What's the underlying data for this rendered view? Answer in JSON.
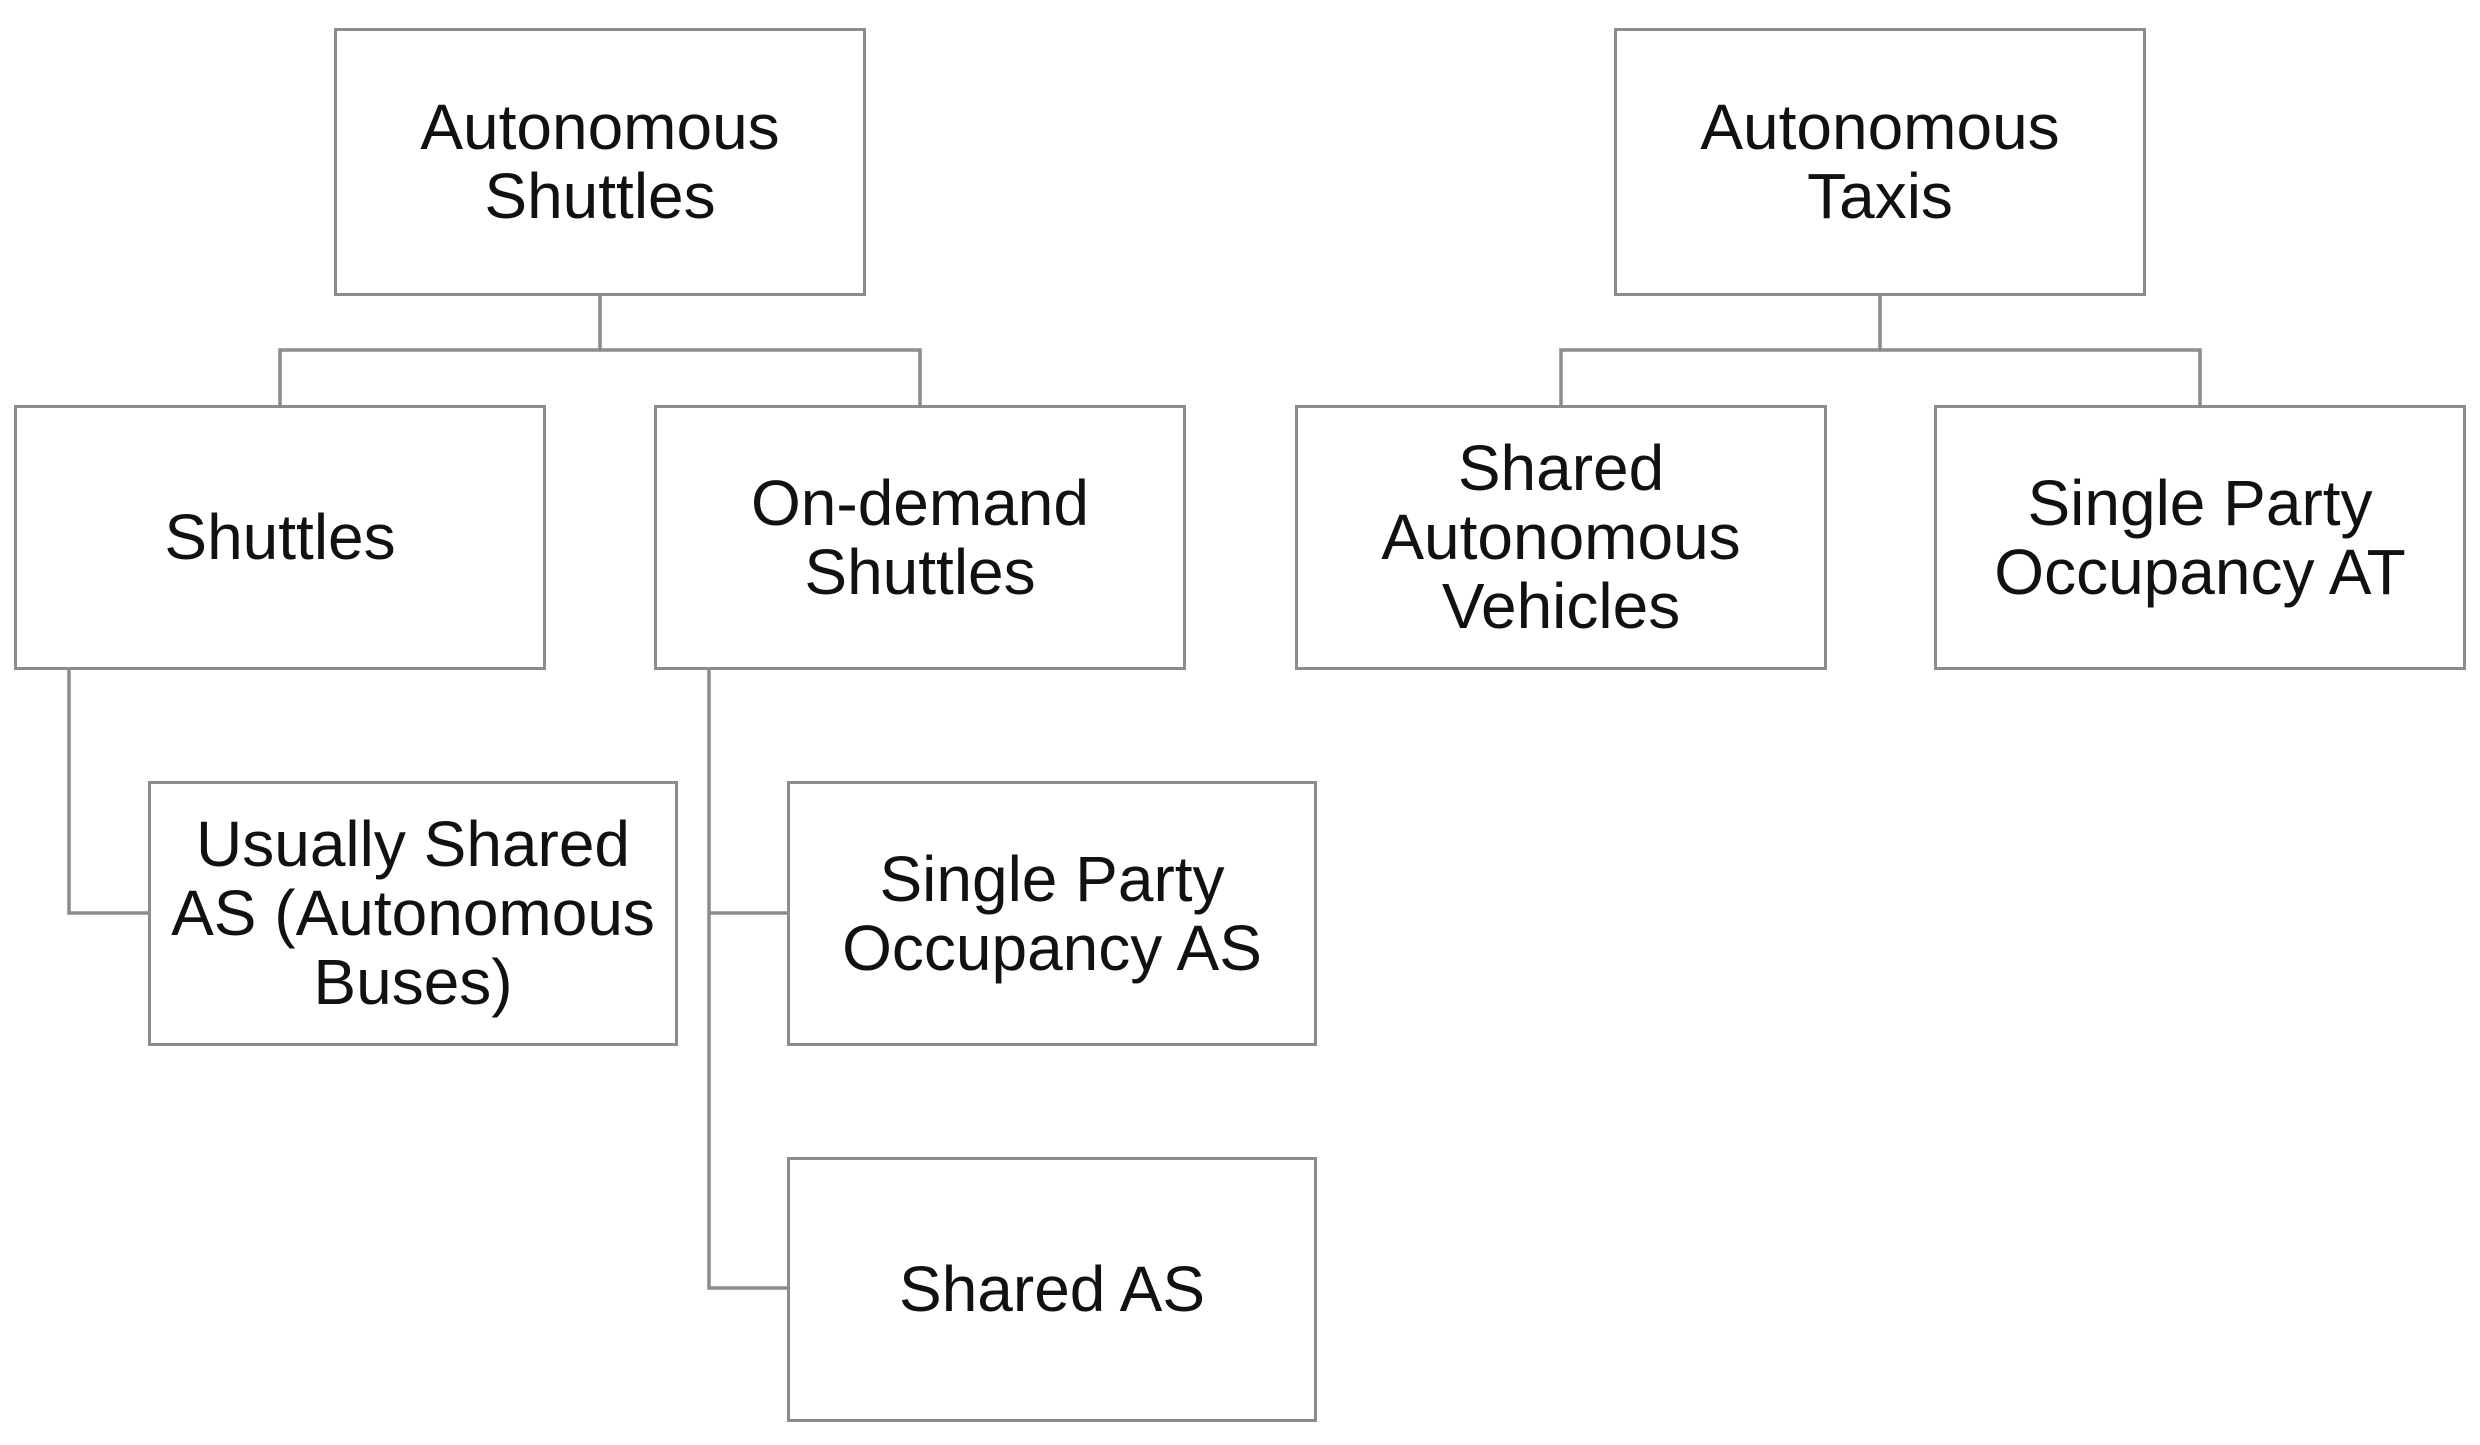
{
  "diagram": {
    "shuttles_root": "Autonomous\nShuttles",
    "taxis_root": "Autonomous\nTaxis",
    "shuttles": "Shuttles",
    "on_demand_shuttles": "On-demand\nShuttles",
    "shared_autonomous_vehicles": "Shared\nAutonomous\nVehicles",
    "single_party_occupancy_at": "Single Party\nOccupancy AT",
    "usually_shared_as": "Usually Shared\nAS (Autonomous\nBuses)",
    "single_party_occupancy_as": "Single Party\nOccupancy AS",
    "shared_as": "Shared AS"
  },
  "colors": {
    "border": "#8c8c8c",
    "text": "#111111",
    "background": "#ffffff"
  }
}
